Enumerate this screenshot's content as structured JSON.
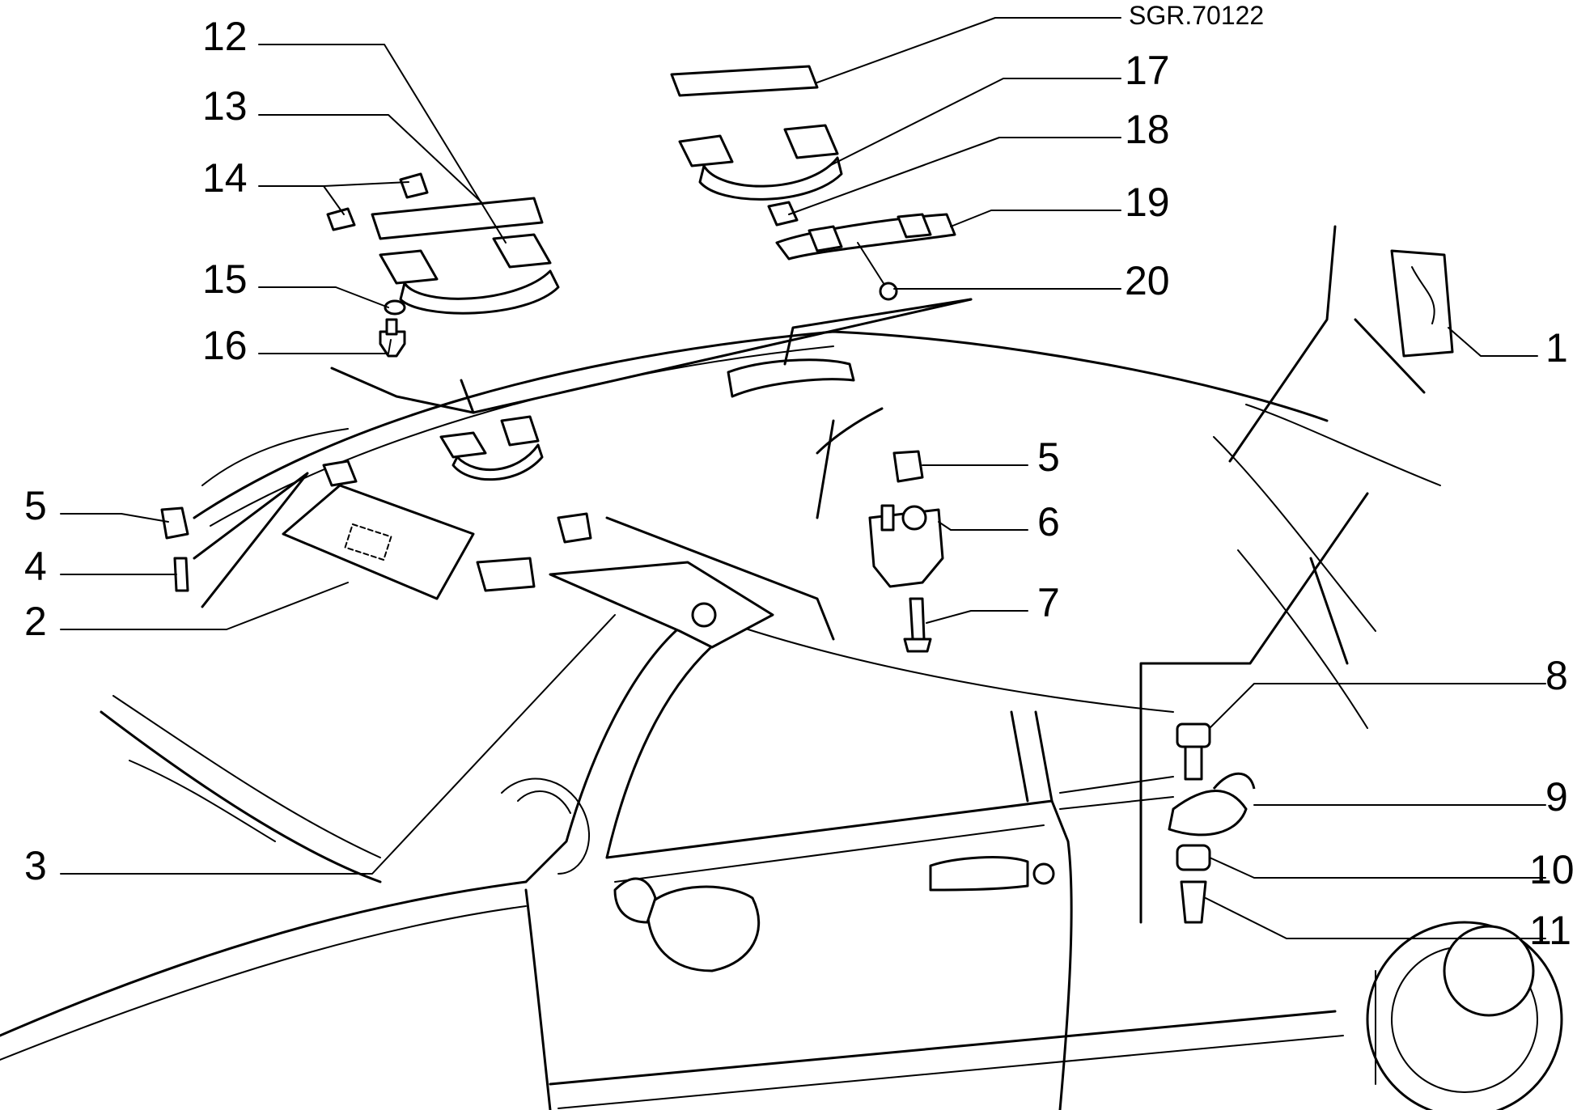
{
  "drawing": {
    "code": "SGR.70122"
  },
  "callouts": [
    {
      "id": "1",
      "label": "1"
    },
    {
      "id": "2",
      "label": "2"
    },
    {
      "id": "3",
      "label": "3"
    },
    {
      "id": "4",
      "label": "4"
    },
    {
      "id": "5a",
      "label": "5"
    },
    {
      "id": "5b",
      "label": "5"
    },
    {
      "id": "6",
      "label": "6"
    },
    {
      "id": "7",
      "label": "7"
    },
    {
      "id": "8",
      "label": "8"
    },
    {
      "id": "9",
      "label": "9"
    },
    {
      "id": "10",
      "label": "10"
    },
    {
      "id": "11",
      "label": "11"
    },
    {
      "id": "12",
      "label": "12"
    },
    {
      "id": "13",
      "label": "13"
    },
    {
      "id": "14",
      "label": "14"
    },
    {
      "id": "15",
      "label": "15"
    },
    {
      "id": "16",
      "label": "16"
    },
    {
      "id": "17",
      "label": "17"
    },
    {
      "id": "18",
      "label": "18"
    },
    {
      "id": "19",
      "label": "19"
    },
    {
      "id": "20",
      "label": "20"
    }
  ]
}
